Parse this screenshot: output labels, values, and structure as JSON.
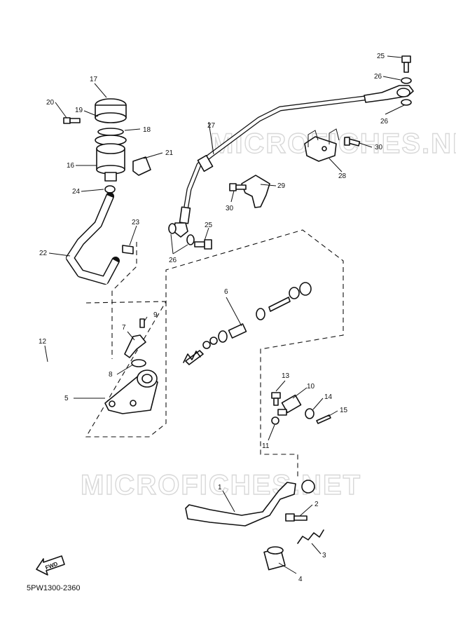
{
  "diagram_code": "5PW1300-2360",
  "fwd_label": "FWD",
  "watermarks": [
    "MICROFICHES.NET",
    "MICROFICHES.NET"
  ],
  "callouts": [
    "1",
    "2",
    "3",
    "4",
    "5",
    "6",
    "7",
    "8",
    "9",
    "10",
    "11",
    "12",
    "13",
    "14",
    "15",
    "16",
    "17",
    "18",
    "19",
    "20",
    "21",
    "22",
    "23",
    "24",
    "25",
    "25",
    "26",
    "26",
    "26",
    "27",
    "28",
    "29",
    "30",
    "30"
  ]
}
